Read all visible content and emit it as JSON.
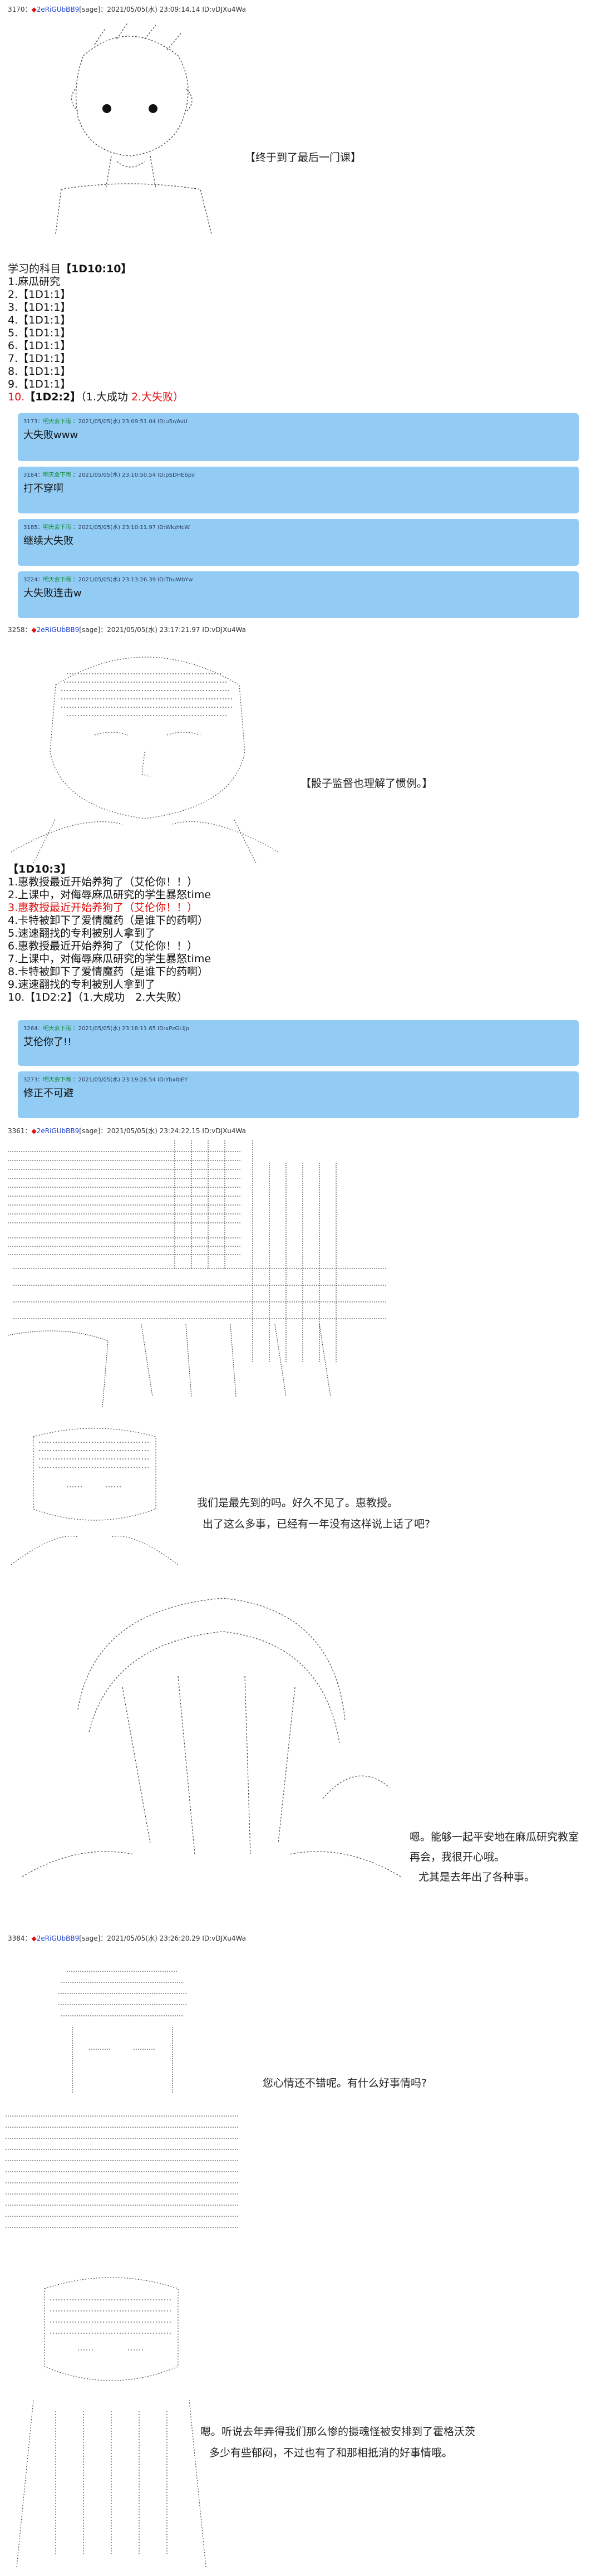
{
  "posts": [
    {
      "num": "3170：",
      "mark": "◆",
      "name": "2eRiGUbBB9",
      "rest": "[sage]：2021/05/05(水) 23:09:14.14 ID:vDJXu4Wa"
    },
    {
      "num": "3258：",
      "mark": "◆",
      "name": "2eRiGUbBB9",
      "rest": "[sage]：2021/05/05(水) 23:17:21.97 ID:vDJXu4Wa"
    },
    {
      "num": "3361：",
      "mark": "◆",
      "name": "2eRiGUbBB9",
      "rest": "[sage]：2021/05/05(水) 23:24:22.15 ID:vDJXu4Wa"
    },
    {
      "num": "3384：",
      "mark": "◆",
      "name": "2eRiGUbBB9",
      "rest": "[sage]：2021/05/05(水) 23:26:20.29 ID:vDJXu4Wa"
    }
  ],
  "captions": {
    "c1": "【终于到了最后一门课】",
    "c2": "【骰子监督也理解了惯例。】",
    "c3a": "我们是最先到的吗。好久不见了。惠教授。",
    "c3b": "出了这么多事，已经有一年没有这样说上话了吧?",
    "c4a": "嗯。能够一起平安地在麻瓜研究教室",
    "c4b": "再会，我很开心哦。",
    "c4c": "尤其是去年出了各种事。",
    "c5": "您心情还不错呢。有什么好事情吗?",
    "c6a": "嗯。听说去年弄得我们那么惨的摄魂怪被安排到了霍格沃茨",
    "c6b": "多少有些郁闷，不过也有了和那相抵消的好事情哦。"
  },
  "list1": {
    "title_pre": "学习的科目",
    "title": "【1D10:10】",
    "items": [
      "1.麻瓜研究",
      "2.【1D1:1】",
      "3.【1D1:1】",
      "4.【1D1:1】",
      "5.【1D1:1】",
      "6.【1D1:1】",
      "7.【1D1:1】",
      "8.【1D1:1】",
      "9.【1D1:1】"
    ],
    "last_num": "10.",
    "last_dice": "【1D2:2】",
    "last_opts_a": "（1.大成功",
    "last_opts_b": "2.大失败）"
  },
  "replies1": [
    {
      "no": "3173：",
      "name": "明天会下雨 ",
      "info": "：2021/05/05(水) 23:09:51.04 ID:u5r/AvU",
      "text": "大失败www"
    },
    {
      "no": "3184：",
      "name": "明天会下雨 ",
      "info": "：2021/05/05(水) 23:10:50.54 ID:pSDHEbpv",
      "text": "打不穿啊"
    },
    {
      "no": "3185：",
      "name": "明天会下雨 ",
      "info": "：2021/05/05(水) 23:10:11.97 ID:WkzHcW",
      "text": "继续大失败"
    },
    {
      "no": "3224：",
      "name": "明天会下雨 ",
      "info": "：2021/05/05(水) 23:13:26.39 ID:ThuWbYw",
      "text": "大失败连击w"
    }
  ],
  "list2": {
    "title": "【1D10:3】",
    "items": [
      "1.惠教授最近开始养狗了（艾伦你！！）",
      "2.上课中，对侮辱麻瓜研究的学生暴怒time",
      "3.惠教授最近开始养狗了（艾伦你！！）",
      "4.卡特被卸下了爱情魔药（是谁下的药啊）",
      "5.速速翻找的专利被别人拿到了",
      "6.惠教授最近开始养狗了（艾伦你！！）",
      "7.上课中，对侮辱麻瓜研究的学生暴怒time",
      "8.卡特被卸下了爱情魔药（是谁下的药啊）",
      "9.速速翻找的专利被别人拿到了",
      "10.【1D2:2】（1.大成功　2.大失败）"
    ]
  },
  "replies2": [
    {
      "no": "3264：",
      "name": "明天会下雨 ",
      "info": "：2021/05/05(水) 23:18:11.65 ID:xPzGLIJp",
      "text": "艾伦你了!!"
    },
    {
      "no": "3273：",
      "name": "明天会下雨 ",
      "info": "：2021/05/05(水) 23:19:28.54 ID:YbxIbEY",
      "text": "修正不可避"
    }
  ],
  "colors": {
    "reply_bg": "#92ccf4",
    "red": "#e01010",
    "name_blue": "#1a3fd1",
    "reply_name": "#0d8a2e"
  }
}
